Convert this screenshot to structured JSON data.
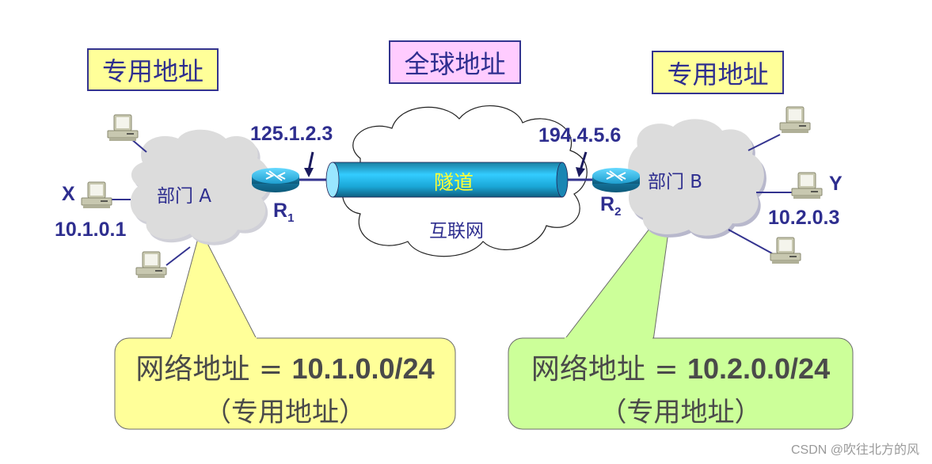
{
  "labels": {
    "private_left": "专用地址",
    "global": "全球地址",
    "private_right": "专用地址"
  },
  "networks": {
    "dept_a": "部门 A",
    "dept_b": "部门 B",
    "internet": "互联网",
    "tunnel": "隧道"
  },
  "routers": {
    "r1_name": "R",
    "r1_sub": "1",
    "r1_ip": "125.1.2.3",
    "r2_name": "R",
    "r2_sub": "2",
    "r2_ip": "194.4.5.6"
  },
  "hosts": {
    "x_name": "X",
    "x_ip": "10.1.0.1",
    "y_name": "Y",
    "y_ip": "10.2.0.3"
  },
  "callouts": {
    "left_line1_cn": "网络地址 = ",
    "left_line1_addr": "10.1.0.0/24",
    "left_line2": "（专用地址）",
    "right_line1_cn": "网络地址 = ",
    "right_line1_addr": "10.2.0.0/24",
    "right_line2": "（专用地址）"
  },
  "colors": {
    "label_private_bg": "#ffff99",
    "label_global_bg": "#ffccff",
    "callout_left_bg": "#ffff99",
    "callout_right_bg": "#ccff99",
    "text_blue": "#2e2e8f",
    "tunnel_yellow": "#ffff33"
  },
  "watermark": "CSDN @吹往北方的风"
}
